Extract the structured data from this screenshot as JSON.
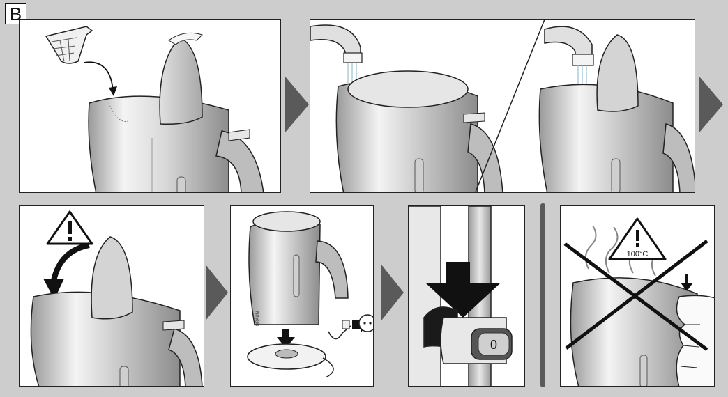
{
  "figure": {
    "section_label": "B",
    "warning_temperature": "100°C",
    "power_button_symbol": "0",
    "brand_mark": "BRAUN",
    "colors": {
      "background": "#cdcdcd",
      "panel": "#ffffff",
      "arrow": "#5a5a5a",
      "kettle_light": "#f2f2f2",
      "kettle_mid": "#c9c9c9",
      "kettle_dark": "#8a8a8a",
      "outline": "#222222"
    }
  }
}
